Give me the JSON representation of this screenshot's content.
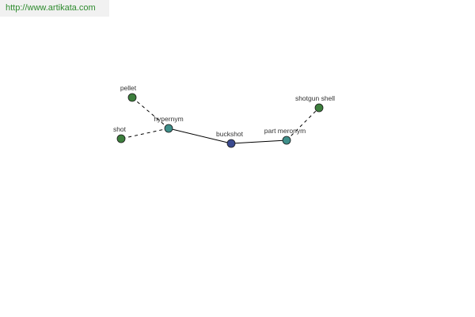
{
  "site": {
    "url": "http://www.artikata.com"
  },
  "colors": {
    "center_node": "#3a4a8f",
    "relation_node": "#3f8f8a",
    "leaf_node": "#3d7f3d",
    "edge": "#000000",
    "banner_text": "#2e8b2e"
  },
  "graph": {
    "nodes": [
      {
        "id": "buckshot",
        "label": "buckshot",
        "role": "center"
      },
      {
        "id": "hypernym",
        "label": "hypernym",
        "role": "relation"
      },
      {
        "id": "part-meronym",
        "label": "part meronym",
        "role": "relation"
      },
      {
        "id": "pellet",
        "label": "pellet",
        "role": "leaf"
      },
      {
        "id": "shot",
        "label": "shot",
        "role": "leaf"
      },
      {
        "id": "shotgun-shell",
        "label": "shotgun shell",
        "role": "leaf"
      }
    ],
    "edges": [
      {
        "from": "buckshot",
        "to": "hypernym",
        "style": "solid"
      },
      {
        "from": "buckshot",
        "to": "part-meronym",
        "style": "solid"
      },
      {
        "from": "hypernym",
        "to": "pellet",
        "style": "dashed"
      },
      {
        "from": "hypernym",
        "to": "shot",
        "style": "dashed"
      },
      {
        "from": "part-meronym",
        "to": "shotgun-shell",
        "style": "dashed"
      }
    ]
  }
}
